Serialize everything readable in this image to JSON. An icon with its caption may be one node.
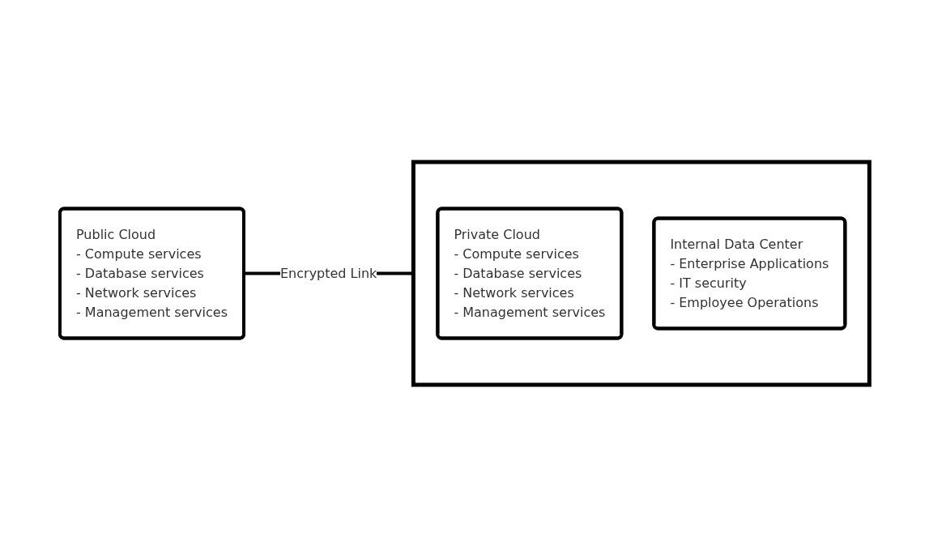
{
  "diagram": {
    "nodes": [
      {
        "text": [
          "Public Cloud",
          "- Compute services",
          "- Database services",
          "- Network services",
          "- Management services"
        ]
      },
      {
        "text": [],
        "shape": "box"
      },
      {
        "text": [
          "Private Cloud",
          "- Compute services",
          "- Database services",
          "- Network services",
          "- Management services"
        ],
        "in": 1
      },
      {
        "text": [
          "Internal Data Center",
          "- Enterprise Applications",
          "- IT security",
          "- Employee Operations"
        ],
        "in": 1
      }
    ],
    "edges": [
      {
        "from": 0,
        "to": 1,
        "label": "Encrypted Link",
        "arrow": "none"
      }
    ]
  }
}
